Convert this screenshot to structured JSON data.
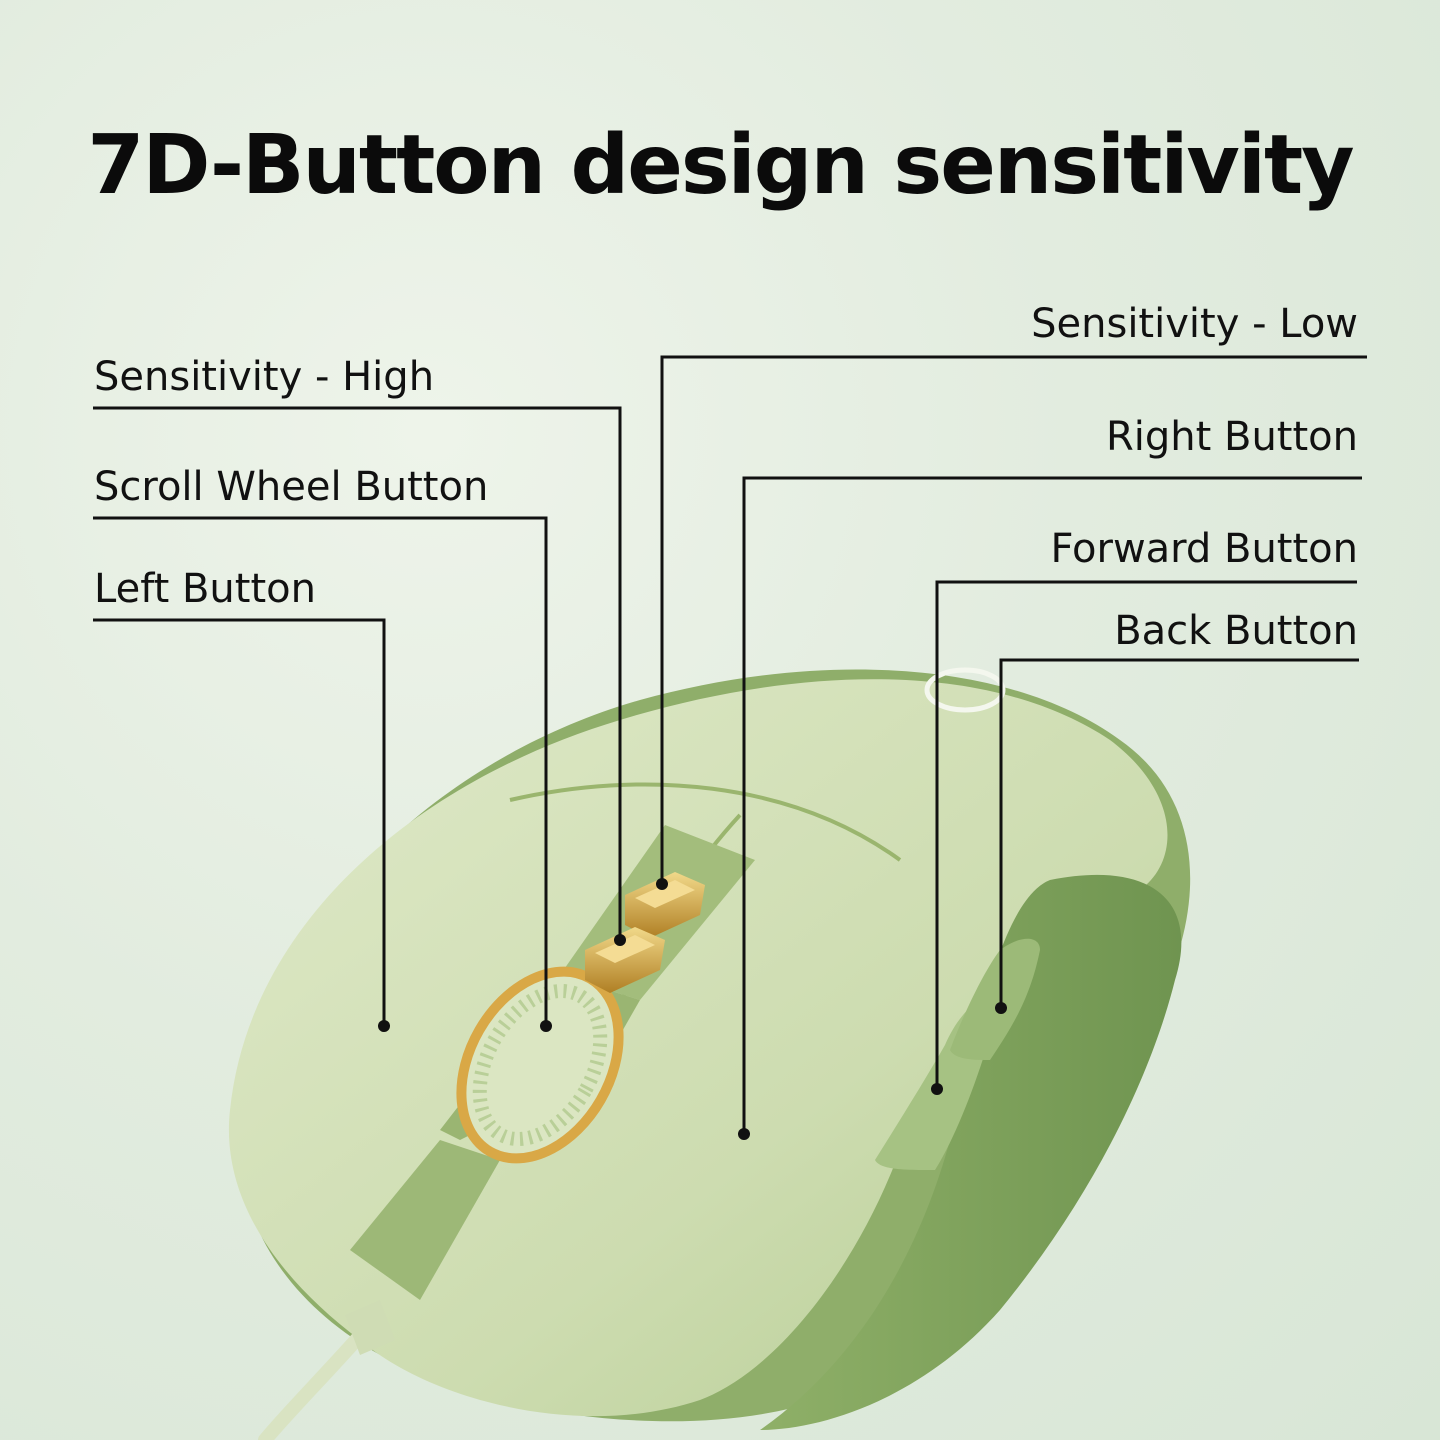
{
  "title": "7D-Button design sensitivity",
  "labels": {
    "sensitivity_high": "Sensitivity - High",
    "scroll_wheel": "Scroll Wheel Button",
    "left_button": "Left Button",
    "sensitivity_low": "Sensitivity - Low",
    "right_button": "Right Button",
    "forward_button": "Forward Button",
    "back_button": "Back Button"
  },
  "colors": {
    "mouse_body": "#cddcb0",
    "mouse_shadow": "#7fa05c",
    "gold": "#c99a3a",
    "line": "#111111"
  }
}
